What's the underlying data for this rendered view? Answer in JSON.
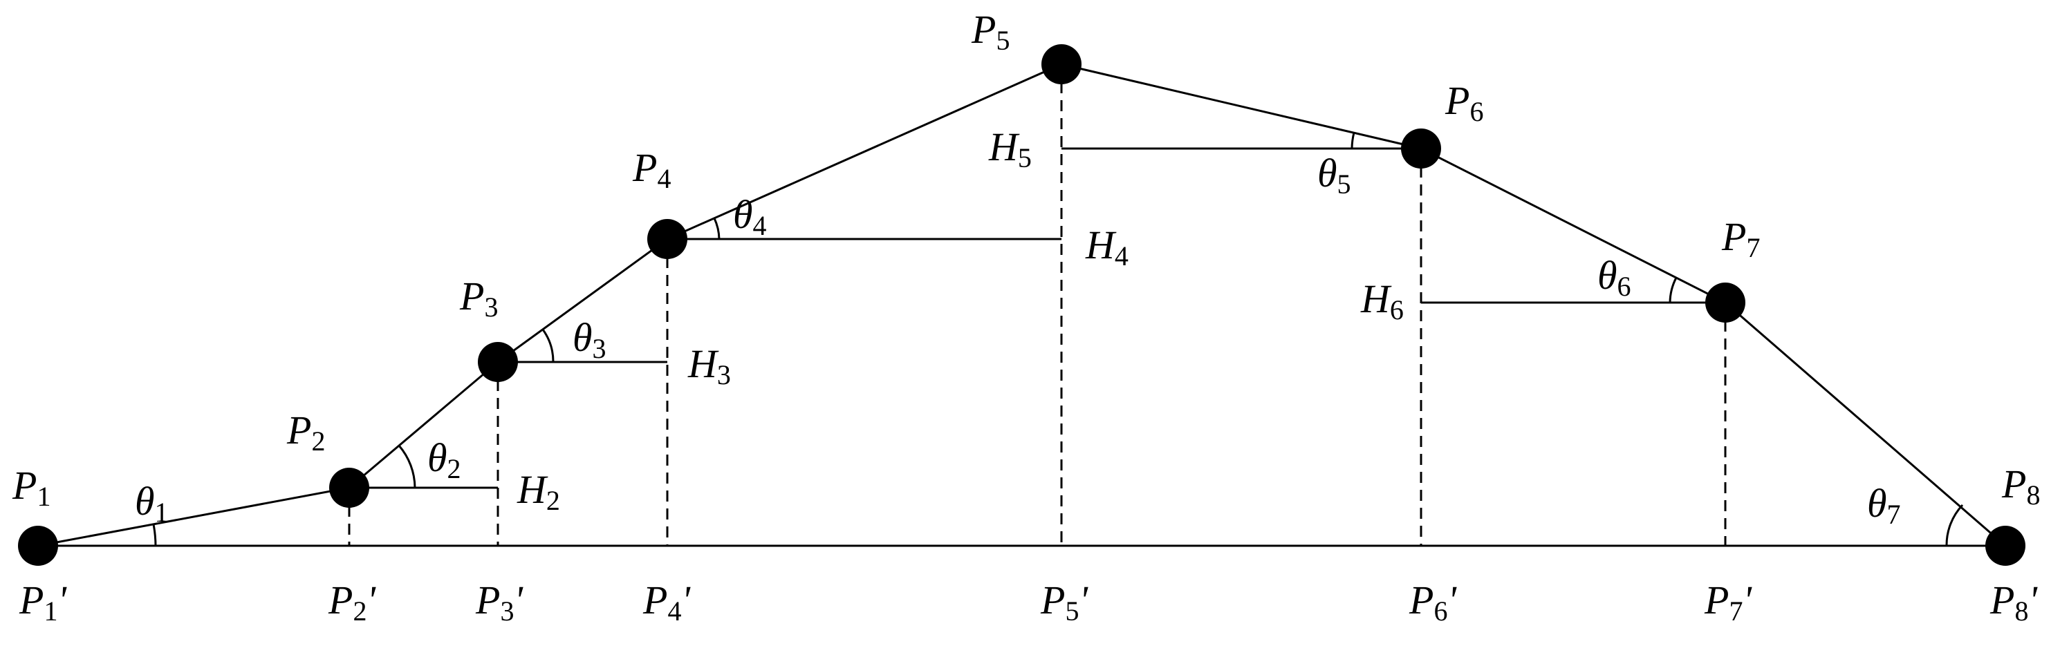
{
  "points": [
    {
      "name": "P",
      "sub": "1"
    },
    {
      "name": "P",
      "sub": "2"
    },
    {
      "name": "P",
      "sub": "3"
    },
    {
      "name": "P",
      "sub": "4"
    },
    {
      "name": "P",
      "sub": "5"
    },
    {
      "name": "P",
      "sub": "6"
    },
    {
      "name": "P",
      "sub": "7"
    },
    {
      "name": "P",
      "sub": "8"
    }
  ],
  "projections": [
    {
      "name": "P",
      "sub": "1",
      "prime": "'"
    },
    {
      "name": "P",
      "sub": "2",
      "prime": "'"
    },
    {
      "name": "P",
      "sub": "3",
      "prime": "'"
    },
    {
      "name": "P",
      "sub": "4",
      "prime": "'"
    },
    {
      "name": "P",
      "sub": "5",
      "prime": "'"
    },
    {
      "name": "P",
      "sub": "6",
      "prime": "'"
    },
    {
      "name": "P",
      "sub": "7",
      "prime": "'"
    },
    {
      "name": "P",
      "sub": "8",
      "prime": "'"
    }
  ],
  "heights": [
    {
      "name": "H",
      "sub": "2"
    },
    {
      "name": "H",
      "sub": "3"
    },
    {
      "name": "H",
      "sub": "4"
    },
    {
      "name": "H",
      "sub": "5"
    },
    {
      "name": "H",
      "sub": "6"
    }
  ],
  "angles": [
    {
      "name": "θ",
      "sub": "1"
    },
    {
      "name": "θ",
      "sub": "2"
    },
    {
      "name": "θ",
      "sub": "3"
    },
    {
      "name": "θ",
      "sub": "4"
    },
    {
      "name": "θ",
      "sub": "5"
    },
    {
      "name": "θ",
      "sub": "6"
    },
    {
      "name": "θ",
      "sub": "7"
    }
  ]
}
